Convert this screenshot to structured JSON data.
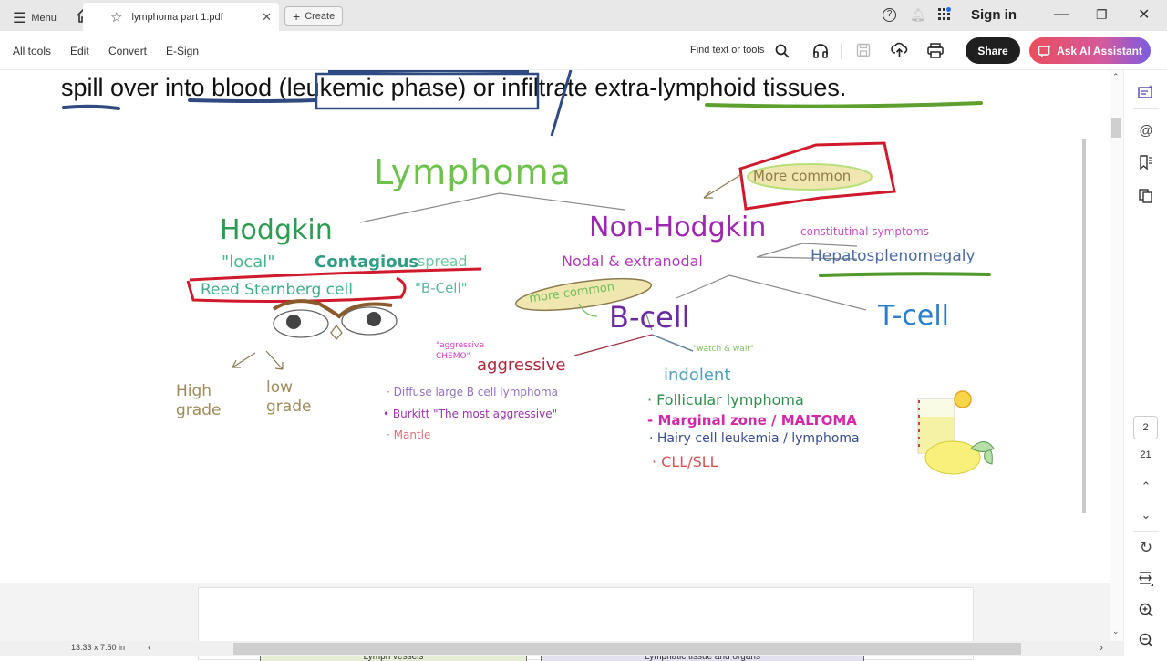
{
  "titlebar": {
    "menu_label": "Menu",
    "tab_title": "lymphoma part 1.pdf",
    "create_label": "Create",
    "sign_in_label": "Sign in"
  },
  "toolbar": {
    "tools": [
      "All tools",
      "Edit",
      "Convert",
      "E-Sign"
    ],
    "find_label": "Find text or tools",
    "share_label": "Share",
    "ai_label": "Ask AI Assistant"
  },
  "document": {
    "body_text": "spill over into blood (leukemic phase) or infiltrate extra-lymphoid tissues.",
    "notes": {
      "title": "Lymphoma",
      "hodgkin": "Hodgkin",
      "local_spread": "\"local\"",
      "contagious": "Contagious",
      "spread": "spread",
      "reed_sternberg": "Reed Sternberg cell",
      "b_cell_quote": "\"B-Cell\"",
      "high_grade": "High grade",
      "low_grade": "low grade",
      "non_hodgkin": "Non-Hodgkin",
      "more_common_top": "More common",
      "nodal": "Nodal & extranodal",
      "constitutional": "constitutinal symptoms",
      "hepato": "Hepatosplenomegaly",
      "more_common_b": "more common",
      "b_cell": "B-cell",
      "t_cell": "T-cell",
      "aggressive_chemo": "\"aggressive CHEMO\"",
      "aggressive": "aggressive",
      "aggressive_list": [
        "Diffuse large B cell lymphoma",
        "Burkitt \"The most aggressive\"",
        "Mantle"
      ],
      "watch_wait": "\"watch & wait\"",
      "indolent": "indolent",
      "indolent_list": [
        "Follicular lymphoma",
        "Marginal zone / MALTOMA",
        "Hairy cell leukemia / lymphoma",
        "CLL/SLL"
      ]
    },
    "next_page_boxes": [
      "Lymph vessels",
      "Lymphatic tissue and organs"
    ]
  },
  "page_nav": {
    "current_page": "2",
    "total_pages": "21"
  },
  "status": {
    "page_size": "13.33 x 7.50 in"
  }
}
